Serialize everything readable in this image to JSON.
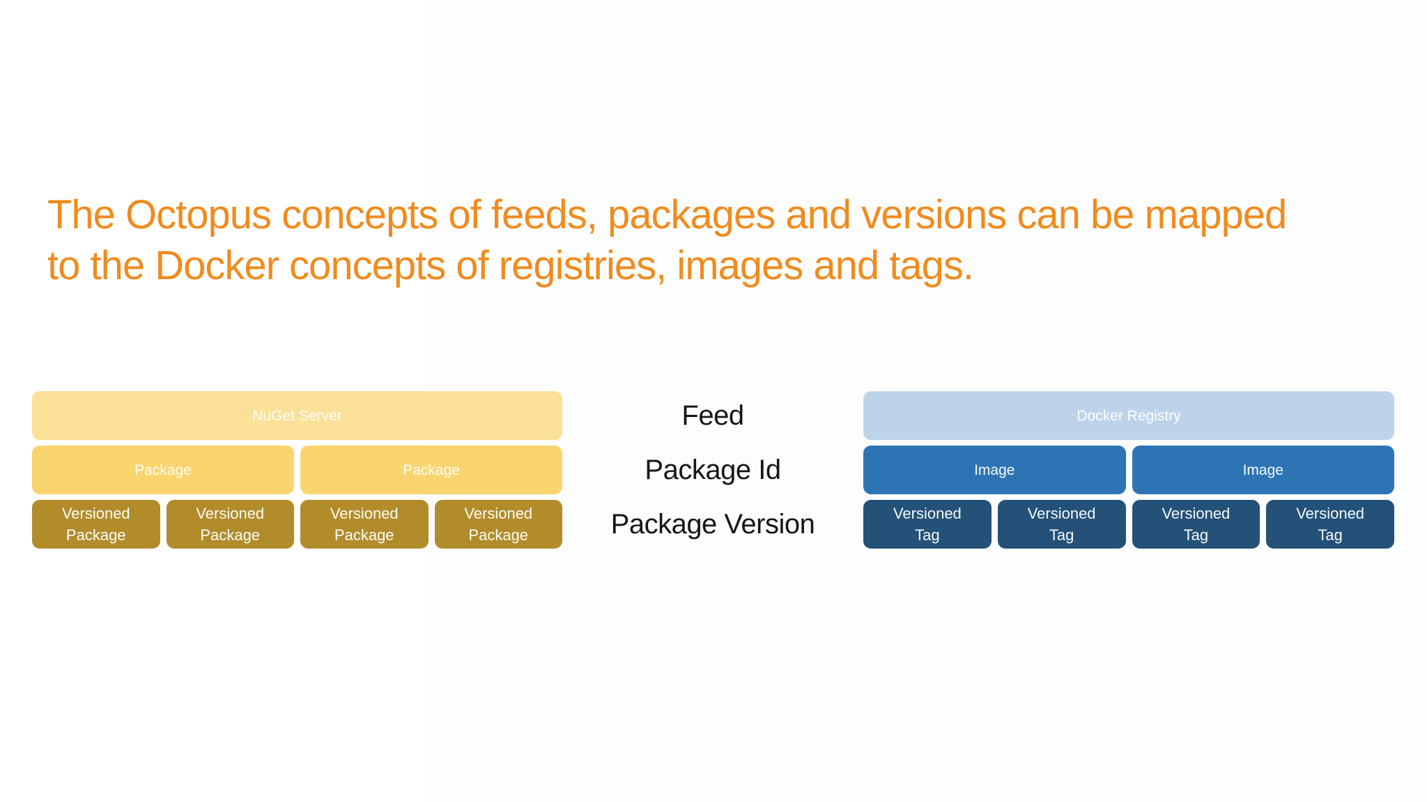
{
  "title": {
    "text": "The Octopus concepts of feeds, packages and versions can be mapped\nto the Docker concepts of registries, images and tags.",
    "color": "#F08B1D"
  },
  "mapping_labels": {
    "feed": "Feed",
    "package_id": "Package Id",
    "package_version": "Package Version"
  },
  "nuget_stack": {
    "server": "NuGet Server",
    "packages": [
      "Package",
      "Package"
    ],
    "versioned_packages": [
      "Versioned\nPackage",
      "Versioned\nPackage",
      "Versioned\nPackage",
      "Versioned\nPackage"
    ],
    "colors": {
      "server_bg": "#FAE197",
      "package_bg": "#FAD46E",
      "versioned_bg": "#B28C2B",
      "text": "#FFFFFF"
    }
  },
  "docker_stack": {
    "registry": "Docker Registry",
    "images": [
      "Image",
      "Image"
    ],
    "versioned_tags": [
      "Versioned\nTag",
      "Versioned\nTag",
      "Versioned\nTag",
      "Versioned\nTag"
    ],
    "colors": {
      "registry_bg": "#BDD3EA",
      "image_bg": "#2E74B5",
      "tag_bg": "#235178",
      "text": "#FFFFFF"
    }
  }
}
